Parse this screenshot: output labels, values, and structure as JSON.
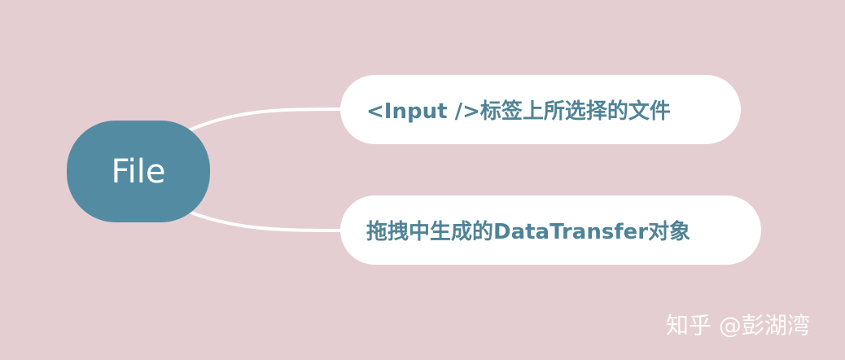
{
  "root": {
    "label": "File"
  },
  "children": [
    {
      "label": "<Input />标签上所选择的文件"
    },
    {
      "label": "拖拽中生成的DataTransfer对象"
    }
  ],
  "watermark": "知乎 @彭湖湾",
  "colors": {
    "background": "#E5CED1",
    "root": "#538CA2",
    "child_text": "#4F8396",
    "link": "#FFFFFF"
  }
}
